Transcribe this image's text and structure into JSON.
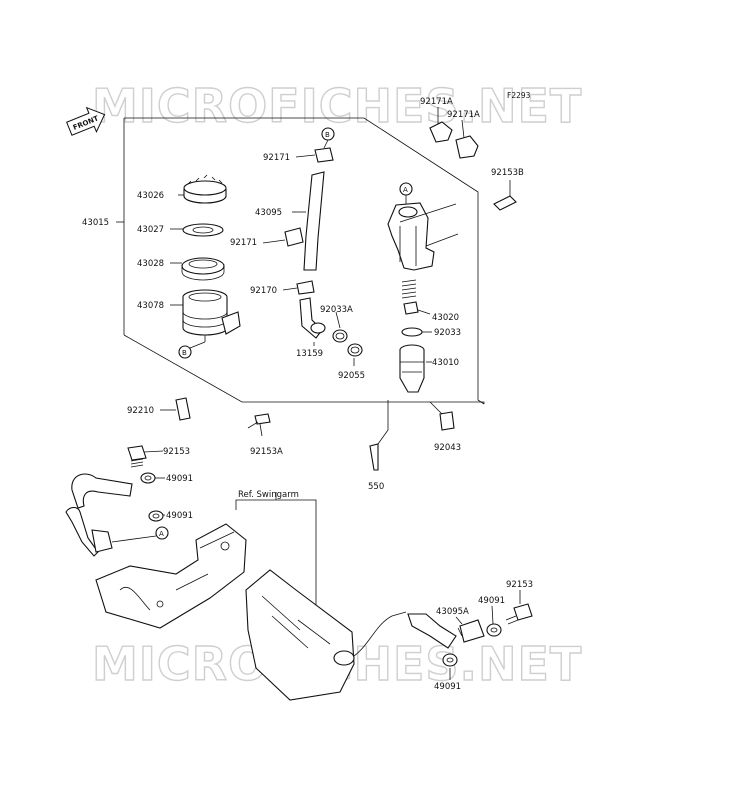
{
  "figure_code": "F2293",
  "watermarks": [
    "MICROFICHES.NET",
    "MICROFICHES.NET"
  ],
  "front_arrow": "FRONT",
  "ref_label": "Ref. Swingarm",
  "callouts": {
    "a": "A",
    "b": "B"
  },
  "parts": {
    "p43015": "43015",
    "p43026": "43026",
    "p43027": "43027",
    "p43028": "43028",
    "p43078": "43078",
    "p92210": "92210",
    "p92153a": "92153A",
    "p92171": "92171",
    "p43095": "43095",
    "p92171b": "92171",
    "p92170": "92170",
    "p13159": "13159",
    "p92033a": "92033A",
    "p92055": "92055",
    "p92171a1": "92171A",
    "p92171a2": "92171A",
    "p92153b": "92153B",
    "p43020": "43020",
    "p92033": "92033",
    "p43010": "43010",
    "p92043": "92043",
    "p550": "550",
    "p92153": "92153",
    "p49091a": "49091",
    "p49091b": "49091",
    "p92153r": "92153",
    "p43095a": "43095A",
    "p49091c": "49091",
    "p49091d": "49091"
  }
}
